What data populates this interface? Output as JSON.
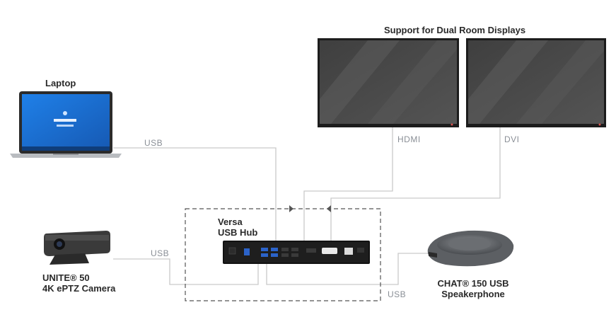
{
  "title": "Support for Dual Room Displays",
  "devices": {
    "laptop": {
      "label": "Laptop"
    },
    "hub": {
      "line1": "Versa",
      "line2": "USB Hub"
    },
    "camera": {
      "line1": "UNITE® 50",
      "line2": "4K ePTZ Camera"
    },
    "speakerphone": {
      "line1": "CHAT® 150 USB",
      "line2": "Speakerphone"
    }
  },
  "connections": {
    "laptop": "USB",
    "display_left": "HDMI",
    "display_right": "DVI",
    "camera": "USB",
    "speakerphone": "USB"
  },
  "colors": {
    "line": "#c9c9c9",
    "dash": "#555555",
    "label": "#8a8f96",
    "text": "#2a2a2a",
    "screen": "#4a4a4a",
    "laptop_screen": "#1e74d6"
  }
}
